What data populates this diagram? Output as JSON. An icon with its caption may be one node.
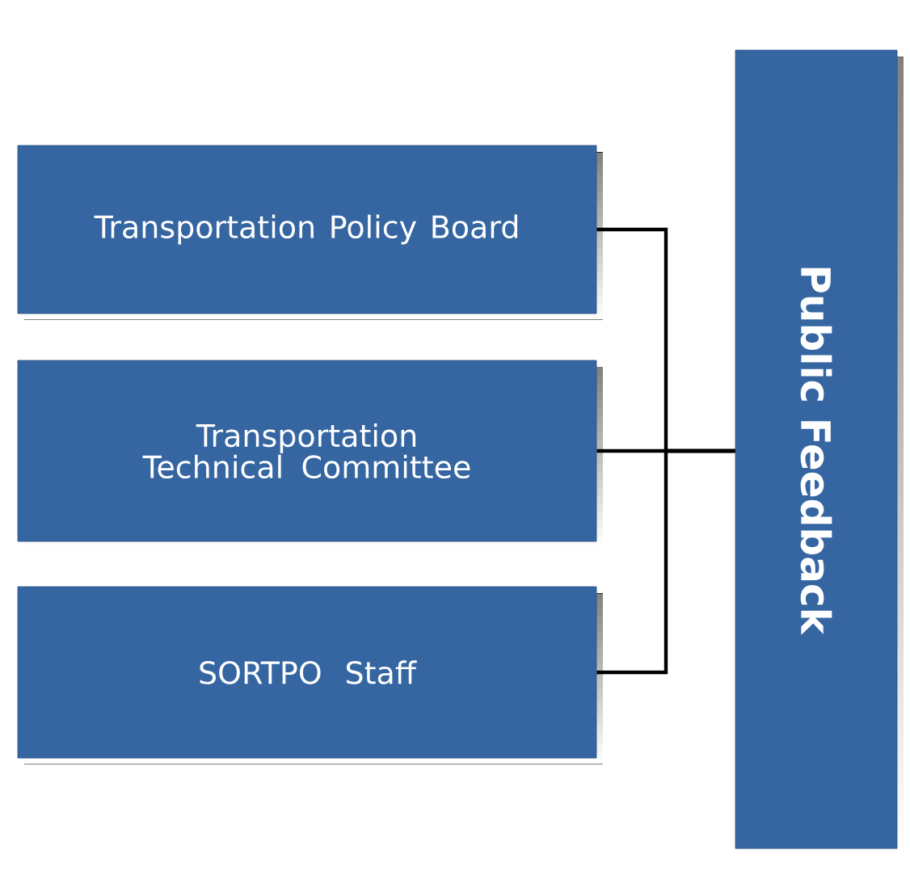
{
  "diagram": {
    "nodes": [
      {
        "text": [
          "Transportation Policy Board"
        ]
      },
      {
        "text": [
          "Transportation Technical Committee"
        ]
      },
      {
        "text": [
          "SORTPO Staff"
        ]
      },
      {
        "text": [
          "Public Feedback"
        ]
      }
    ],
    "edges": [
      {
        "from": 0,
        "to": 3,
        "arrow": "none"
      },
      {
        "from": 1,
        "to": 3,
        "arrow": "none"
      },
      {
        "from": 2,
        "to": 3,
        "arrow": "none"
      }
    ]
  }
}
